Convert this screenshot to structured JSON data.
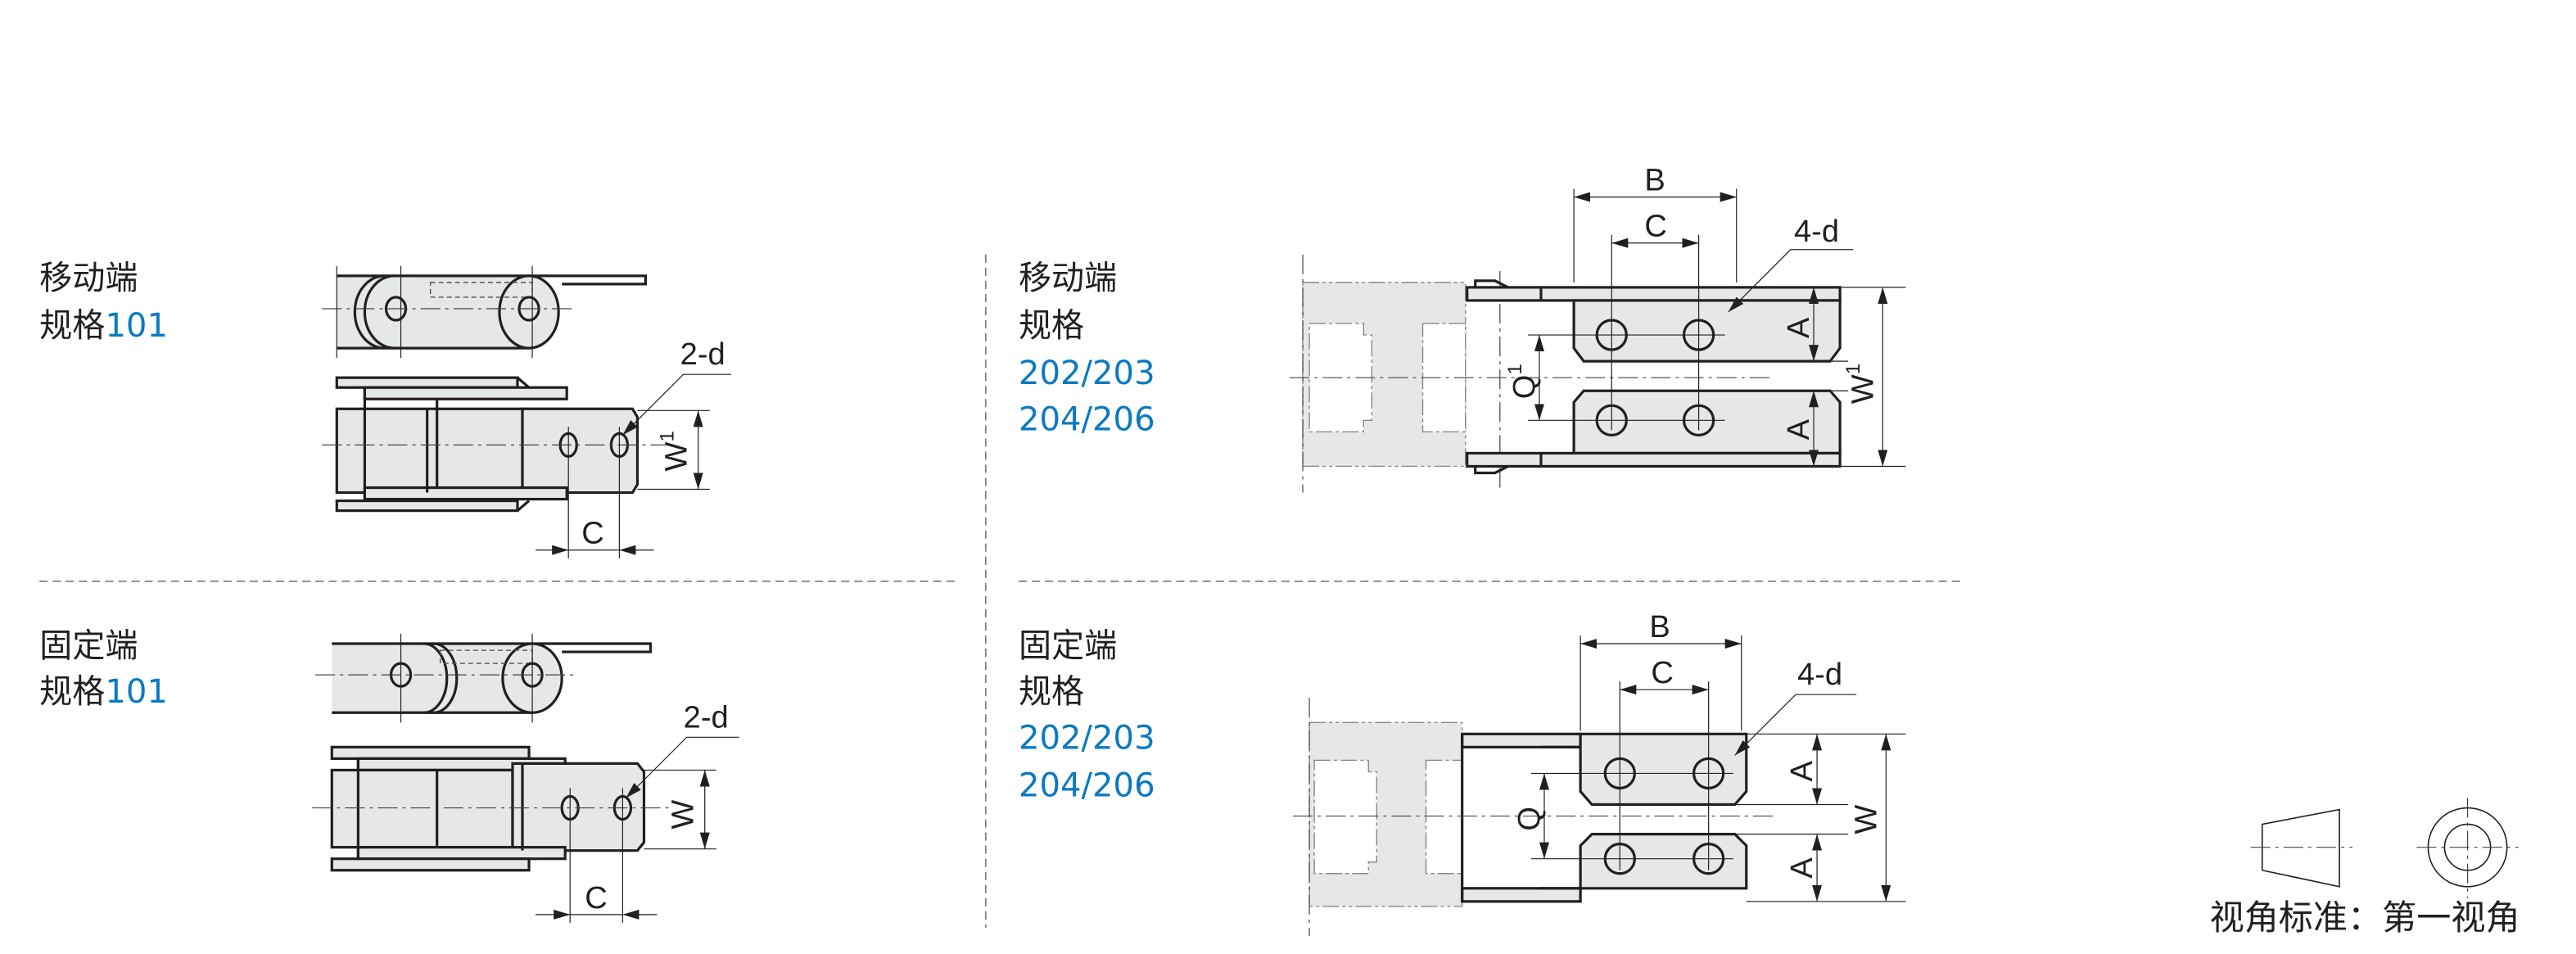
{
  "panels": {
    "moving_101": {
      "title": "移动端",
      "spec_label": "规格",
      "spec": "101",
      "hole_label": "2-d",
      "width_label": "W",
      "width_sub": "1",
      "pitch_label": "C"
    },
    "fixed_101": {
      "title": "固定端",
      "spec_label": "规格",
      "spec": "101",
      "hole_label": "2-d",
      "width_label": "W",
      "pitch_label": "C"
    },
    "moving_202": {
      "title": "移动端",
      "spec_label": "规格",
      "spec_line1": "202/203",
      "spec_line2": "204/206",
      "length_label": "B",
      "pitch_label": "C",
      "hole_label": "4-d",
      "a_label": "A",
      "q_label": "Q",
      "q_sub": "1",
      "width_label": "W",
      "width_sub": "1"
    },
    "fixed_202": {
      "title": "固定端",
      "spec_label": "规格",
      "spec_line1": "202/203",
      "spec_line2": "204/206",
      "length_label": "B",
      "pitch_label": "C",
      "hole_label": "4-d",
      "a_label": "A",
      "q_label": "Q",
      "width_label": "W"
    }
  },
  "projection": {
    "label": "视角标准：第一视角",
    "icon": "first-angle-projection-icon"
  },
  "colors": {
    "text": "#231f20",
    "accent": "#0a7ac2",
    "part_fill": "#e6e7e8"
  }
}
